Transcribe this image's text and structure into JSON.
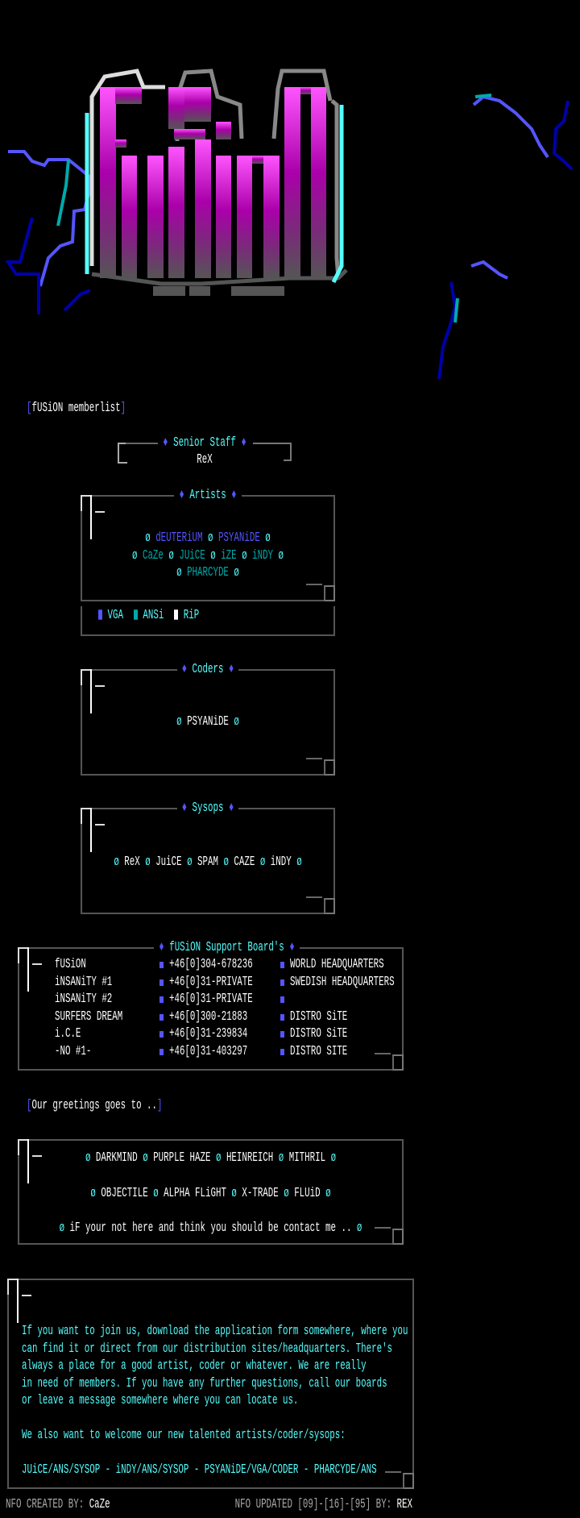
{
  "logo": {
    "text": "fUSiON"
  },
  "memberlist_header": {
    "open": "[",
    "text": "fUSiON memberlist",
    "close": "]"
  },
  "separator": "ø",
  "diamond": "♦",
  "senior_staff": {
    "title": "Senior Staff",
    "name": "ReX"
  },
  "artists": {
    "title": "Artists",
    "lines": [
      [
        {
          "name": "dEUTERiUM",
          "type": "vga"
        },
        {
          "name": "PSYANiDE",
          "type": "vga"
        }
      ],
      [
        {
          "name": "CaZe",
          "type": "ansi"
        },
        {
          "name": "JUiCE",
          "type": "ansi"
        },
        {
          "name": "iZE",
          "type": "ansi"
        },
        {
          "name": "iNDY",
          "type": "ansi"
        }
      ],
      [
        {
          "name": "PHARCYDE",
          "type": "ansi"
        }
      ]
    ],
    "legend": [
      {
        "label": "VGA",
        "color": "#5555ff"
      },
      {
        "label": "ANSi",
        "color": "#00aaaa"
      },
      {
        "label": "RiP",
        "color": "#ffffff"
      }
    ]
  },
  "coders": {
    "title": "Coders",
    "names": [
      "PSYANiDE"
    ]
  },
  "sysops": {
    "title": "Sysops",
    "names": [
      "ReX",
      "JuiCE",
      "SPAM",
      "CAZE",
      "iNDY"
    ]
  },
  "boards": {
    "title": "fUSiON Support Board's",
    "rows": [
      {
        "name": "fUSiON",
        "phone": "+46[0]304-678236",
        "role": "WORLD HEADQUARTERS"
      },
      {
        "name": "iNSANiTY #1",
        "phone": "+46[0]31-PRIVATE",
        "role": "SWEDISH HEADQUARTERS"
      },
      {
        "name": "iNSANiTY #2",
        "phone": "+46[0]31-PRIVATE",
        "role": ""
      },
      {
        "name": "SURFERS DREAM",
        "phone": "+46[0]300-21883",
        "role": "DISTRO SiTE"
      },
      {
        "name": "i.C.E",
        "phone": "+46[0]31-239834",
        "role": "DISTRO SiTE"
      },
      {
        "name": "-NO #1-",
        "phone": "+46[0]31-403297",
        "role": "DISTRO SITE"
      }
    ]
  },
  "greetings_header": {
    "open": "[",
    "text": "Our greetings goes to ..",
    "close": "]"
  },
  "greetings": {
    "lines": [
      [
        "DARKMIND",
        "PURPLE HAZE",
        "HEINREICH",
        "MITHRIL"
      ],
      [
        "OBJECTILE",
        "ALPHA FLiGHT",
        "X-TRADE",
        "FLUiD"
      ],
      [
        "iF your not here and think you should be contact me .."
      ]
    ]
  },
  "join": {
    "paragraph": [
      "If you want to join us, download the application form somewhere, where you",
      "can find it or direct from our distribution sites/headquarters. There's",
      "always a place for a good artist, coder or whatever. We are really",
      "in need of members. If you have any further questions, call our boards",
      "or leave a message somewhere where you can locate us."
    ],
    "welcome": "We also want to welcome our new talented artists/coder/sysops:",
    "new_members": "JUiCE/ANS/SYSOP - iNDY/ANS/SYSOP - PSYANiDE/VGA/CODER - PHARCYDE/ANS"
  },
  "footer": {
    "created_label": "NFO CREATED BY:",
    "created_by": "CaZe",
    "updated_label": "NFO UPDATED [09]-[16]-[95] BY:",
    "updated_by": "REX"
  }
}
